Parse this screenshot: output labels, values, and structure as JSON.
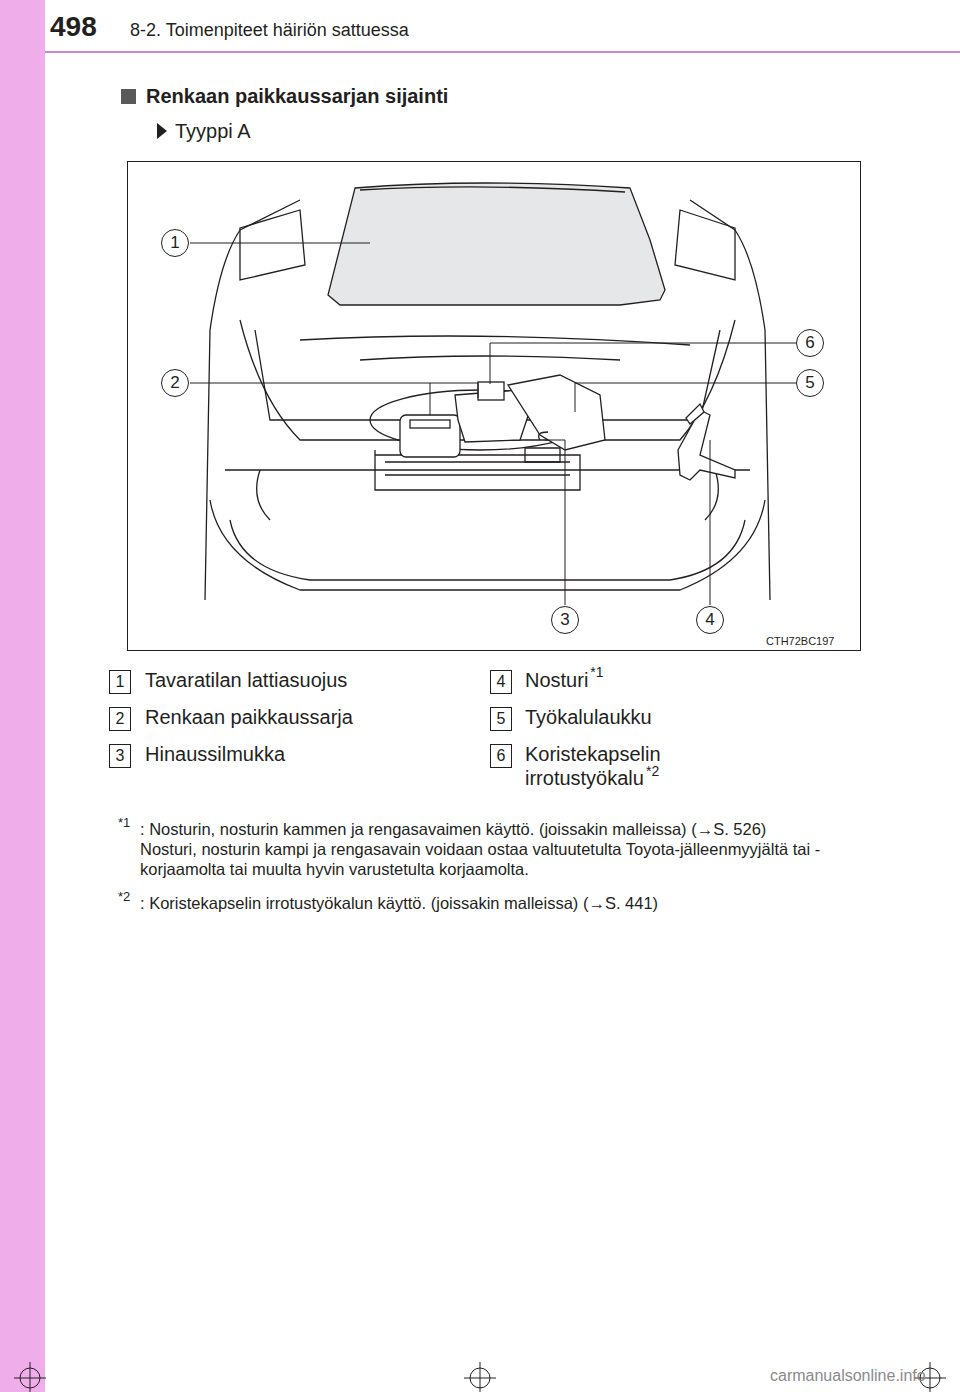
{
  "diagram": {
    "title": "Renkaan paikkaussarjan sijainti",
    "labels": [
      "498",
      "8-2. Toimenpiteet häiriön sattuessa",
      "Tyyppi A",
      "1",
      "6",
      "2",
      "5",
      "3",
      "4",
      "CTH72BC197",
      "1",
      "Tavaratilan lattiasuojus",
      "2",
      "Renkaan paikkaussarja",
      "3",
      "Hinaussilmukka",
      "4",
      "Nosturi",
      "*1",
      "5",
      "Työkalulaukku",
      "6",
      "Koristekapselin irrotustyökalu",
      "*2",
      "*1",
      ": Nosturin, nosturin kammen ja rengasavaimen käyttö. (joissakin malleissa) (→S. 526)",
      "Nosturi, nosturin kampi ja rengasavain voidaan ostaa valtuutetulta Toyota-jälleenmyyjältä tai -korjaamolta tai muulta hyvin varustetulta korjaamolta.",
      "*2",
      ": Koristekapselin irrotustyökalun käyttö. (joissakin malleissa) (→S. 441)",
      "carmanualsonline.info"
    ]
  }
}
